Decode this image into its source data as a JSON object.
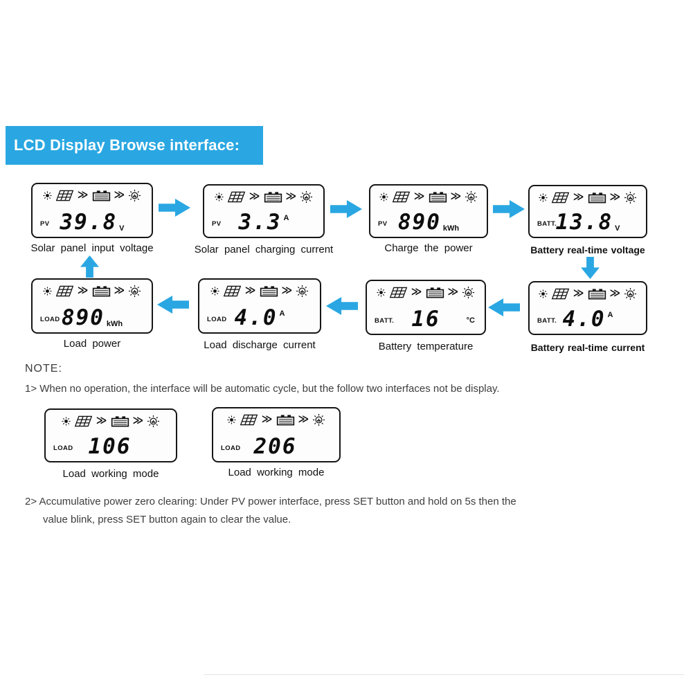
{
  "colors": {
    "accent": "#2aa7e2"
  },
  "header": {
    "title": "LCD Display Browse interface:"
  },
  "icons": {
    "chevron_glyph": "≫",
    "names": [
      "sun-icon",
      "solar-panel-icon",
      "flow-chevrons-icon",
      "battery-icon",
      "flow-chevrons-icon",
      "bulb-icon"
    ]
  },
  "row1": [
    {
      "label": "PV",
      "value": "39.8",
      "unit": "V",
      "caption": "Solar panel input voltage"
    },
    {
      "label": "PV",
      "value": "3.3",
      "unit": "A",
      "caption": "Solar panel charging current"
    },
    {
      "label": "PV",
      "value": "890",
      "unit": "kWh",
      "caption": "Charge the power"
    },
    {
      "label": "BATT.",
      "value": "13.8",
      "unit": "V",
      "caption": "Battery real-time voltage"
    }
  ],
  "row2": [
    {
      "label": "LOAD",
      "value": "890",
      "unit": "kWh",
      "caption": "Load power"
    },
    {
      "label": "LOAD",
      "value": "4.0",
      "unit": "A",
      "caption": "Load discharge current"
    },
    {
      "label": "BATT.",
      "value": "16",
      "unit": "°C",
      "caption": "Battery temperature"
    },
    {
      "label": "BATT.",
      "value": "4.0",
      "unit": "A",
      "caption": "Battery real-time current"
    }
  ],
  "note": {
    "heading": "NOTE:",
    "line1": "1> When no operation, the interface will be automatic cycle, but the follow two interfaces not be display.",
    "panels": [
      {
        "label": "LOAD",
        "value": "106",
        "unit": "",
        "caption": "Load working mode"
      },
      {
        "label": "LOAD",
        "value": "206",
        "unit": "",
        "caption": "Load working mode"
      }
    ],
    "line2a": "2> Accumulative power zero clearing: Under PV power interface, press SET button and hold on 5s then the",
    "line2b": "value blink, press SET button again to clear the value."
  }
}
